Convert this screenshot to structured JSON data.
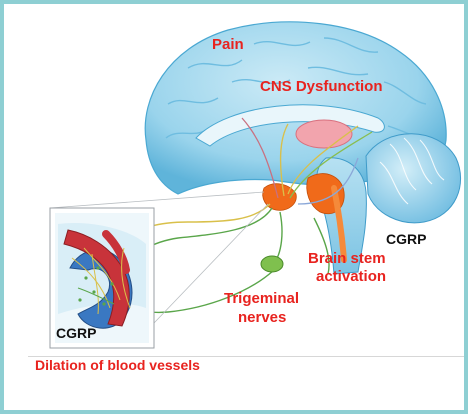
{
  "labels": {
    "pain": "Pain",
    "cns_dysfunction": "CNS Dysfunction",
    "cgrp_right": "CGRP",
    "brain_stem_activation_line1": "Brain stem",
    "brain_stem_activation_line2": "activation",
    "trigeminal_line1": "Trigeminal",
    "trigeminal_line2": "nerves",
    "cgrp_left": "CGRP",
    "caption": "Dilation of blood vessels"
  },
  "colors": {
    "label_red": "#e8231f",
    "label_black": "#111111",
    "frame_border": "#8ecfd3",
    "brain_blue": "#9ad4ec",
    "brain_dark_blue": "#4aa8d2",
    "nerve_green": "#5aa64a",
    "ganglion_green": "#7fc04e",
    "brainstem_orange": "#f06a1a",
    "artery_red": "#c8333a",
    "vein_blue": "#3a78c2"
  }
}
